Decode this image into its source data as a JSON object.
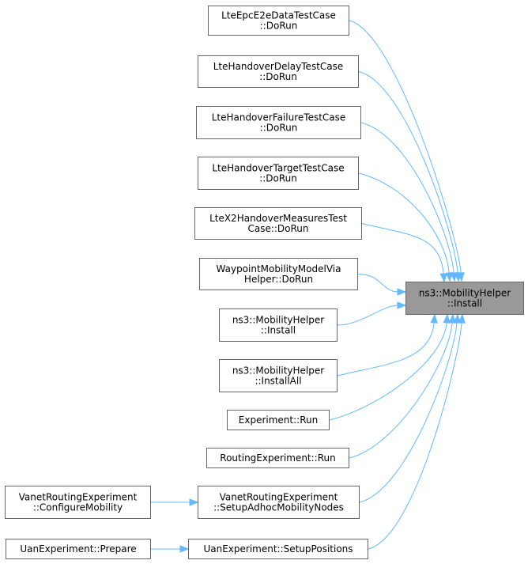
{
  "graph": {
    "edge_color": "#63b8ff",
    "node_border_color": "#666666",
    "target_fill_color": "#999999",
    "target": {
      "id": "target",
      "lines": [
        "ns3::MobilityHelper",
        "::Install"
      ]
    },
    "callers": [
      {
        "id": "lte-epc-e2e-data",
        "lines": [
          "LteEpcE2eDataTestCase",
          "::DoRun"
        ]
      },
      {
        "id": "lte-handover-delay",
        "lines": [
          "LteHandoverDelayTestCase",
          "::DoRun"
        ]
      },
      {
        "id": "lte-handover-failure",
        "lines": [
          "LteHandoverFailureTestCase",
          "::DoRun"
        ]
      },
      {
        "id": "lte-handover-target",
        "lines": [
          "LteHandoverTargetTestCase",
          "::DoRun"
        ]
      },
      {
        "id": "lte-x2-handover-measures",
        "lines": [
          "LteX2HandoverMeasuresTest",
          "Case::DoRun"
        ]
      },
      {
        "id": "waypoint-mobility-model",
        "lines": [
          "WaypointMobilityModelVia",
          "Helper::DoRun"
        ]
      },
      {
        "id": "mobility-helper-install",
        "lines": [
          "ns3::MobilityHelper",
          "::Install"
        ]
      },
      {
        "id": "mobility-helper-installall",
        "lines": [
          "ns3::MobilityHelper",
          "::InstallAll"
        ]
      },
      {
        "id": "experiment-run",
        "lines": [
          "Experiment::Run"
        ]
      },
      {
        "id": "routing-experiment-run",
        "lines": [
          "RoutingExperiment::Run"
        ]
      },
      {
        "id": "vanet-setup-adhoc",
        "lines": [
          "VanetRoutingExperiment",
          "::SetupAdhocMobilityNodes"
        ]
      },
      {
        "id": "uan-setup-positions",
        "lines": [
          "UanExperiment::SetupPositions"
        ]
      }
    ],
    "second_level": [
      {
        "id": "vanet-configure-mobility",
        "lines": [
          "VanetRoutingExperiment",
          "::ConfigureMobility"
        ],
        "calls": "vanet-setup-adhoc"
      },
      {
        "id": "uan-prepare",
        "lines": [
          "UanExperiment::Prepare"
        ],
        "calls": "uan-setup-positions"
      }
    ]
  }
}
